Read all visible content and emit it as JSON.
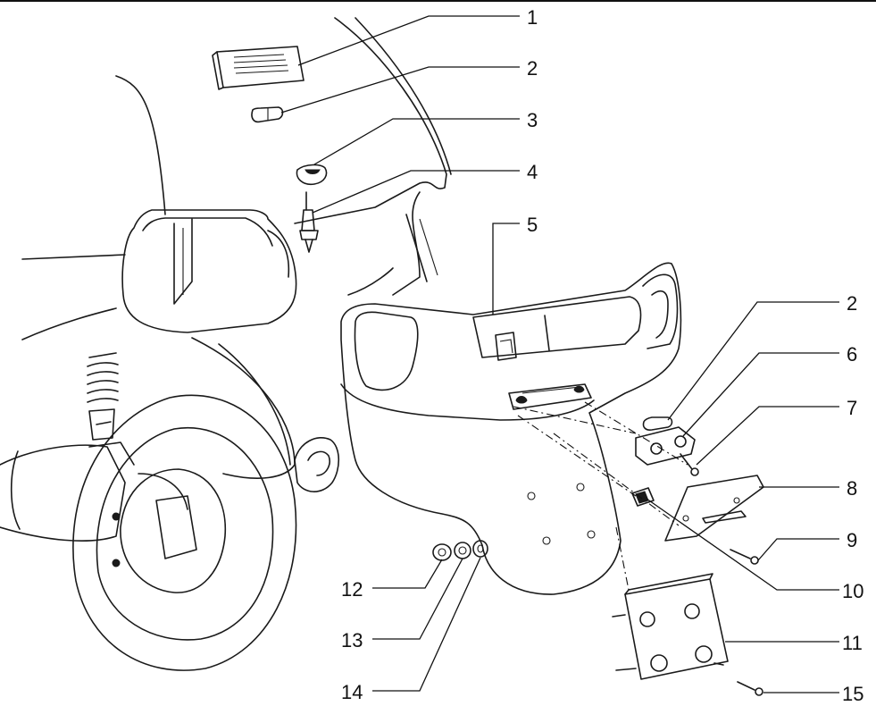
{
  "diagram": {
    "callouts": [
      {
        "id": "c1",
        "label": "1"
      },
      {
        "id": "c2a",
        "label": "2"
      },
      {
        "id": "c3",
        "label": "3"
      },
      {
        "id": "c4",
        "label": "4"
      },
      {
        "id": "c5",
        "label": "5"
      },
      {
        "id": "c2b",
        "label": "2"
      },
      {
        "id": "c6",
        "label": "6"
      },
      {
        "id": "c7",
        "label": "7"
      },
      {
        "id": "c8",
        "label": "8"
      },
      {
        "id": "c9",
        "label": "9"
      },
      {
        "id": "c10",
        "label": "10"
      },
      {
        "id": "c11",
        "label": "11"
      },
      {
        "id": "c12",
        "label": "12"
      },
      {
        "id": "c13",
        "label": "13"
      },
      {
        "id": "c14",
        "label": "14"
      },
      {
        "id": "c15",
        "label": "15"
      }
    ]
  }
}
